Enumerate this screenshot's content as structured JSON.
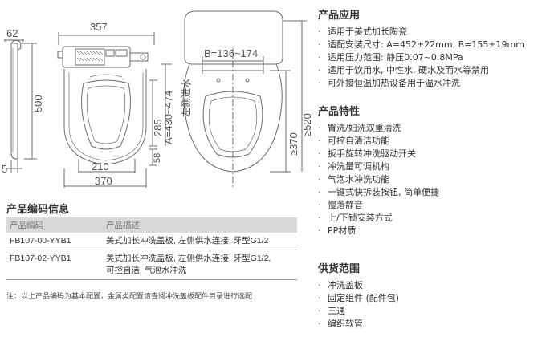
{
  "dimensions": {
    "d62": "62",
    "d357": "357",
    "d500": "500",
    "d5": "5",
    "d285": "285",
    "dA": "A=430~474",
    "d58": "58",
    "d210": "210",
    "d370": "370",
    "dB": "B=136~174",
    "d370v": "≥370",
    "d520": "≥520",
    "side_inlet": "左侧进水"
  },
  "product_code_section": {
    "title": "产品编码信息",
    "col_code": "产品编码",
    "col_desc": "产品描述",
    "rows": [
      {
        "code": "FB107-00-YYB1",
        "desc_line1": "美式加长冲洗盖板, 左侧供水连接, 牙型G1/2",
        "desc_line2": ""
      },
      {
        "code": "FB107-02-YYB1",
        "desc_line1": "美式加长冲洗盖板, 左侧供水连接, 牙型G1/2,",
        "desc_line2": "可控自洁, 气泡水冲洗"
      }
    ],
    "note": "注：以上产品编码为基本配置，金属类配置请查阅冲洗盖板配件目录进行选配"
  },
  "application": {
    "title": "产品应用",
    "items": [
      "适用于美式加长陶瓷",
      "适配安装尺寸: A=452±22mm, B=155±19mm",
      "适用压力范围: 静压0.07~0.8MPa",
      "适用于饮用水, 中性水, 硬水及而水等禁用",
      "可外接恒温加热设备用于温水冲洗"
    ]
  },
  "features": {
    "title": "产品特性",
    "items": [
      "臀洗/妇洗双重清洗",
      "可控自清洁功能",
      "扳手旋转冲洗驱动开关",
      "冲洗量可调机构",
      "气泡水冲洗功能",
      "一键式快拆装按钮, 简单便捷",
      "慢落静音",
      "上/下锁安装方式",
      "PP材质"
    ]
  },
  "supply": {
    "title": "供货范围",
    "items": [
      "冲洗盖板",
      "固定组件 (配件包)",
      "三通",
      "编织软管"
    ]
  }
}
